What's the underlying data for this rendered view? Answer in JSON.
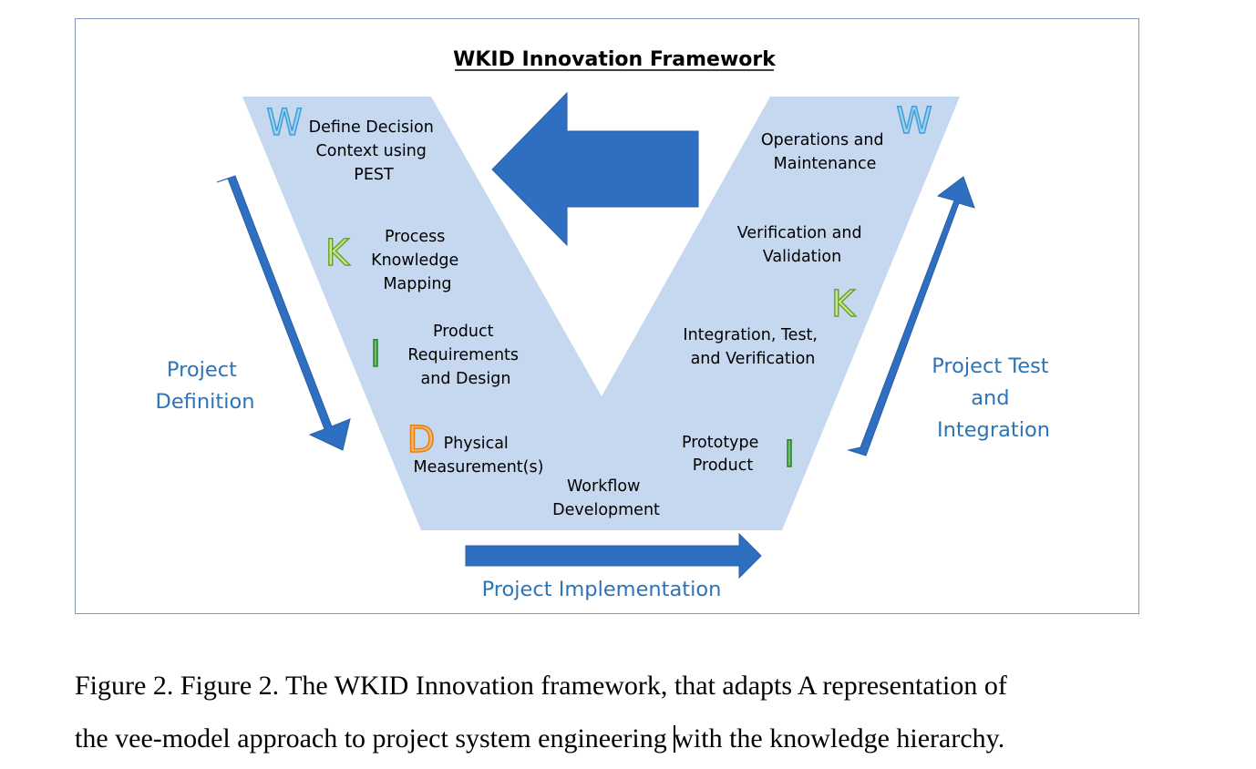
{
  "diagram": {
    "title": "WKID Innovation Framework",
    "left_steps": {
      "w_letter": "W",
      "w_label": [
        "Define Decision",
        "Context using",
        "PEST"
      ],
      "k_letter": "K",
      "k_label": [
        "Process",
        "Knowledge",
        "Mapping"
      ],
      "i_letter": "I",
      "i_label": [
        "Product",
        "Requirements",
        "and Design"
      ],
      "d_letter": "D",
      "d_label": [
        "Physical",
        "Measurement(s)"
      ]
    },
    "bottom_step": [
      "Workflow",
      "Development"
    ],
    "right_steps": {
      "w_letter": "W",
      "w_label": [
        "Operations and",
        "Maintenance"
      ],
      "vv_label": [
        "Verification and",
        "Validation"
      ],
      "k_letter": "K",
      "k_label": [
        "Integration, Test,",
        "and Verification"
      ],
      "i_letter": "I",
      "i_label": [
        "Prototype",
        "Product"
      ]
    },
    "phases": {
      "left": [
        "Project",
        "Definition"
      ],
      "right": [
        "Project Test",
        "and",
        "Integration"
      ],
      "bottom": "Project Implementation"
    },
    "colors": {
      "vee_fill": "#c5d8ef",
      "arrow_fill": "#2e6fc1",
      "phase_text": "#2e74b5",
      "w_letter": "#3d9fd8",
      "k_letter": "#8dc63f",
      "i_letter": "#4aa84a",
      "d_letter": "#f39c2e"
    }
  },
  "caption": {
    "line1": "Figure 2. Figure 2. The WKID Innovation framework, that adapts A representation of",
    "line2a": "the vee-model approach to project system engineering ",
    "line2b": "with the knowledge hierarchy."
  }
}
